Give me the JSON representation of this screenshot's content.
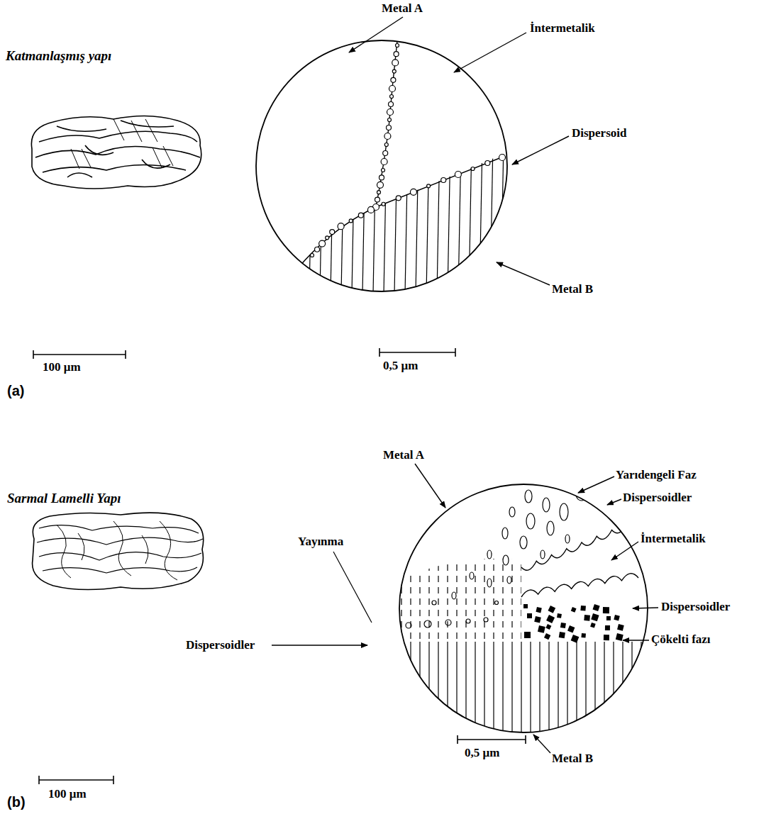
{
  "diagram": {
    "labels": [
      "Katmanlaşmış yapı",
      "Metal A",
      "İntermetalik",
      "Dispersoid",
      "Metal B",
      "100 μm",
      "0,5 μm",
      "(a)",
      "Sarmal Lamelli Yapı",
      "Metal A",
      "Yarıdengeli Faz",
      "Dispersoidler",
      "İntermetalik",
      "Yayınma",
      "Dispersoidler",
      "Dispersoidler",
      "Çökelti fazı",
      "0,5 μm",
      "Metal B",
      "100 μm",
      "(b)"
    ]
  }
}
